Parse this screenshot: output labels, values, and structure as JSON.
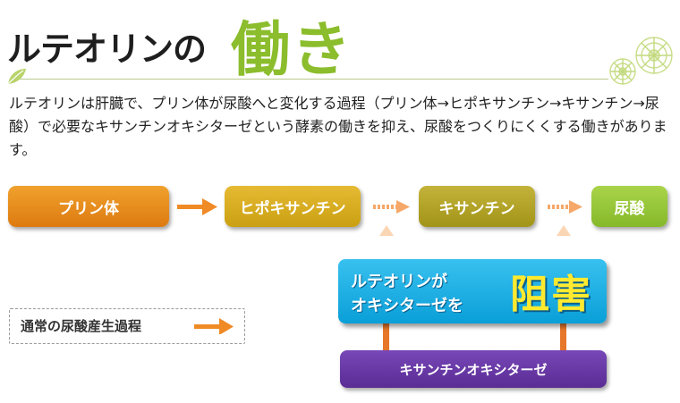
{
  "title": {
    "main": "ルテオリンの",
    "accent": "働き"
  },
  "intro": "ルテオリンは肝臓で、プリン体が尿酸へと変化する過程（プリン体→ヒポキサンチン→キサンチン→尿酸）で必要なキサンチンオキシターゼという酵素の働きを抑え、尿酸をつくりにくくする働きがあります。",
  "flow": {
    "step1": "プリン体",
    "step2": "ヒポキサンチン",
    "step3": "キサンチン",
    "step4": "尿酸"
  },
  "block": {
    "line1": "ルテオリンが",
    "line2": "オキシターゼを",
    "emphasis": "阻害"
  },
  "enzyme": "キサンチンオキシターゼ",
  "legend": {
    "label": "通常の尿酸産生過程"
  },
  "colors": {
    "title_accent": "#8bbd2c",
    "arrow_solid": "#ef8a25",
    "arrow_dotted_light": "#f6b583",
    "box_prine": "#e58a1a",
    "box_hypo": "#d6ac1f",
    "box_xanthine": "#b0a425",
    "box_uric": "#94c43a",
    "box_inhibit": "#1aaee3",
    "box_enzyme": "#65369f",
    "emphasis_text": "#ffea2f"
  }
}
